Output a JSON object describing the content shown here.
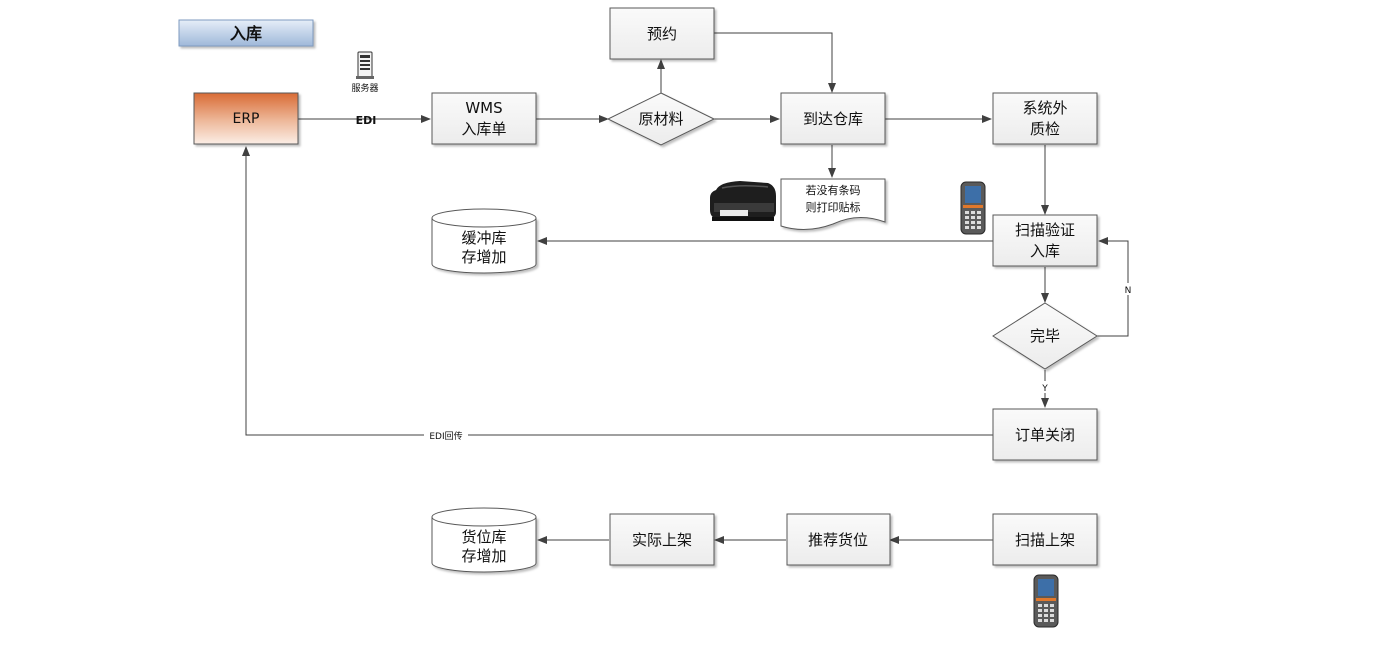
{
  "title": "入库",
  "nodes": {
    "erp": "ERP",
    "server": "服务器",
    "wms": [
      "WMS",
      "入库单"
    ],
    "raw_material": "原材料",
    "reserve": "预约",
    "arrive": "到达仓库",
    "external_qc": [
      "系统外",
      "质检"
    ],
    "print_note": [
      "若没有条码",
      "则打印贴标"
    ],
    "scan_verify": [
      "扫描验证",
      "入库"
    ],
    "buffer_stock": [
      "缓冲库",
      "存增加"
    ],
    "done": "完毕",
    "close_order": "订单关闭",
    "scan_shelf": "扫描上架",
    "recommend_location": "推荐货位",
    "actual_shelf": "实际上架",
    "location_stock": [
      "货位库",
      "存增加"
    ]
  },
  "edges": {
    "edi": "EDI",
    "edi_return": "EDI回传",
    "no": "N",
    "yes": "Y"
  },
  "colors": {
    "box_fill": "#f2f2f2",
    "box_stroke": "#595959",
    "erp_top": "#d96b35",
    "erp_bottom": "#fbeee6",
    "title_top": "#dce6f2",
    "title_bottom": "#9fb8d9",
    "title_text": "#e36c0a",
    "line": "#404040"
  }
}
